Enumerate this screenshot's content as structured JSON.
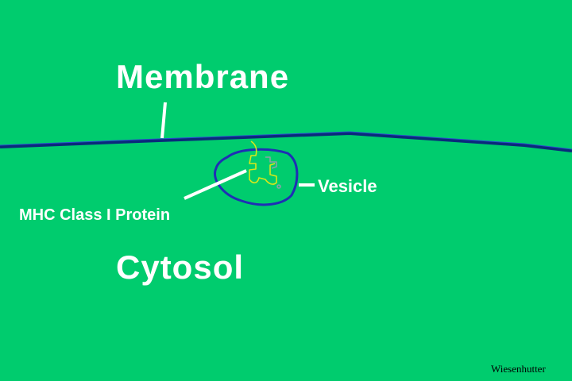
{
  "labels": {
    "membrane": "Membrane",
    "cytosol": "Cytosol",
    "vesicle": "Vesicle",
    "mhc_protein": "MHC Class I Protein"
  },
  "credit": "Wiesenhutter",
  "colors": {
    "background": "#00cc6e",
    "membrane_line": "#0a2a7a",
    "vesicle_outline": "#1f2fb5",
    "protein_strand": "#d8e81a",
    "pointer_lines": "#ffffff",
    "label_text": "#ffffff"
  }
}
